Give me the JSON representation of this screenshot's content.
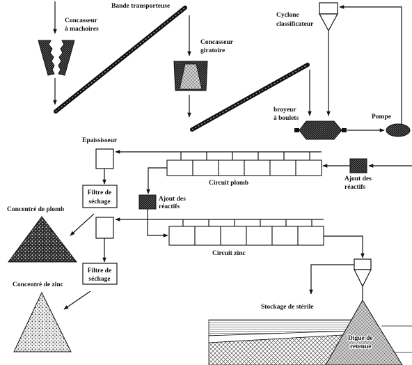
{
  "labels": {
    "conveyor_belt": "Bande transporteuse",
    "jaw_crusher": {
      "line1": "Concasseur",
      "line2": "à machoires"
    },
    "gyratory_crusher": {
      "line1": "Concasseur",
      "line2": "giratoire"
    },
    "cyclone": {
      "line1": "Cyclone",
      "line2": "classificateur"
    },
    "ball_mill": {
      "line1": "broyeur",
      "line2": "à boulets"
    },
    "pump": "Pompe",
    "thickener": "Epaississeur",
    "lead_circuit": "Circuit plomb",
    "reagent_right": {
      "line1": "Ajout des",
      "line2": "réactifs"
    },
    "reagent_left": {
      "line1": "Ajout des",
      "line2": "réactifs"
    },
    "filter_lead": {
      "line1": "Filtre de",
      "line2": "séchage"
    },
    "lead_concentrate": "Concentré de plomb",
    "zinc_circuit": "Circuit zinc",
    "filter_zinc": {
      "line1": "Filtre de",
      "line2": "séchage"
    },
    "zinc_concentrate": "Concentré de zinc",
    "tailings_storage": "Stockage de stérile",
    "retaining_dam": {
      "line1": "Digue de",
      "line2": "retenue"
    }
  }
}
